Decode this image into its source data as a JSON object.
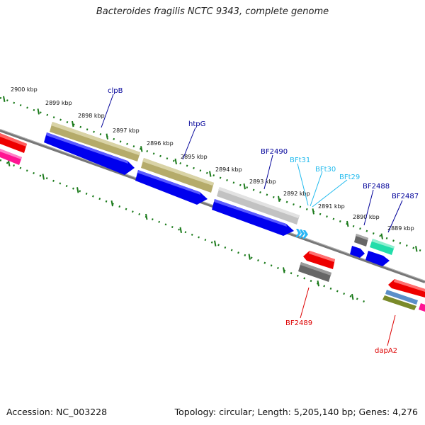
{
  "title": "Bacteroides fragilis NCTC 9343, complete genome",
  "footer": {
    "accession": "Accession: NC_003228",
    "topology": "Topology: circular; Length: 5,205,140 bp; Genes: 4,276"
  },
  "ruler": {
    "ticks": [
      "2900 kbp",
      "2899 kbp",
      "2898 kbp",
      "2897 kbp",
      "2896 kbp",
      "2895 kbp",
      "2894 kbp",
      "2893 kbp",
      "2892 kbp",
      "2891 kbp",
      "2890 kbp",
      "2889 kbp"
    ]
  },
  "gene_labels_top": [
    "clpB",
    "htpG",
    "BF2490",
    "BFt31",
    "BFt30",
    "BFt29",
    "BF2488",
    "BF2487"
  ],
  "gene_labels_bottom": [
    "BF2489",
    "dapA2"
  ],
  "colors": {
    "backbone": "#8a8a8a",
    "forward_cds": "#0000ee",
    "gene_olive": "#b5ab6a",
    "gene_gray": "#c2c2c2",
    "trna": "#29b6f6",
    "reverse_red": "#ee0000",
    "reverse_pink": "#ff1493",
    "reverse_gray": "#666666",
    "teal": "#22ddaa",
    "label_navy": "#000099",
    "label_cyan": "#22bbee",
    "label_red": "#dd0000",
    "tick_green": "#1a7a1a"
  }
}
